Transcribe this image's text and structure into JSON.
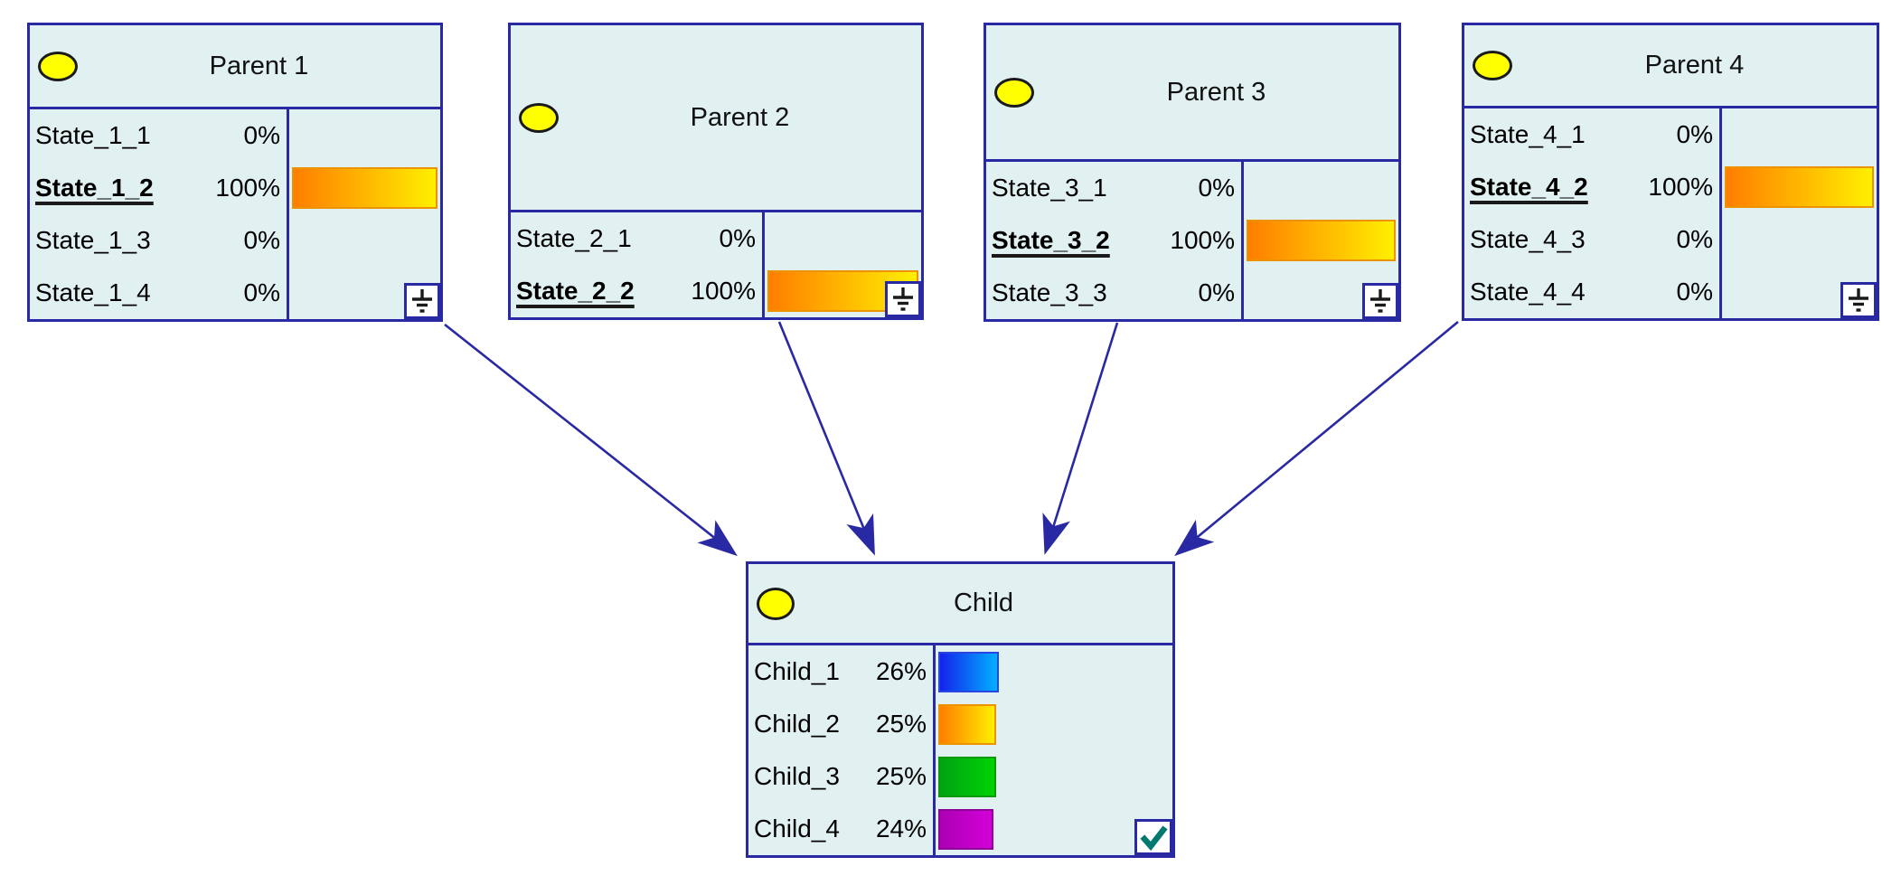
{
  "network": {
    "nodes": {
      "parent1": {
        "title": "Parent 1",
        "states": [
          {
            "name": "State_1_1",
            "pct": "0%"
          },
          {
            "name": "State_1_2",
            "pct": "100%",
            "selected": true,
            "bar_width": "100%",
            "bar_color": "orange"
          },
          {
            "name": "State_1_3",
            "pct": "0%"
          },
          {
            "name": "State_1_4",
            "pct": "0%"
          }
        ],
        "evidence_set": true
      },
      "parent2": {
        "title": "Parent 2",
        "states": [
          {
            "name": "State_2_1",
            "pct": "0%"
          },
          {
            "name": "State_2_2",
            "pct": "100%",
            "selected": true,
            "bar_width": "100%",
            "bar_color": "orange"
          }
        ],
        "evidence_set": true
      },
      "parent3": {
        "title": "Parent 3",
        "states": [
          {
            "name": "State_3_1",
            "pct": "0%"
          },
          {
            "name": "State_3_2",
            "pct": "100%",
            "selected": true,
            "bar_width": "100%",
            "bar_color": "orange"
          },
          {
            "name": "State_3_3",
            "pct": "0%"
          }
        ],
        "evidence_set": true
      },
      "parent4": {
        "title": "Parent 4",
        "states": [
          {
            "name": "State_4_1",
            "pct": "0%"
          },
          {
            "name": "State_4_2",
            "pct": "100%",
            "selected": true,
            "bar_width": "100%",
            "bar_color": "orange"
          },
          {
            "name": "State_4_3",
            "pct": "0%"
          },
          {
            "name": "State_4_4",
            "pct": "0%"
          }
        ],
        "evidence_set": true
      },
      "child": {
        "title": "Child",
        "states": [
          {
            "name": "Child_1",
            "pct": "26%",
            "bar_width": "26%",
            "bar_color": "blue"
          },
          {
            "name": "Child_2",
            "pct": "25%",
            "bar_width": "25%",
            "bar_color": "orange"
          },
          {
            "name": "Child_3",
            "pct": "25%",
            "bar_width": "25%",
            "bar_color": "green"
          },
          {
            "name": "Child_4",
            "pct": "24%",
            "bar_width": "24%",
            "bar_color": "magenta"
          }
        ],
        "updated_check": true
      }
    },
    "edges": [
      {
        "from": "Parent 1",
        "to": "Child"
      },
      {
        "from": "Parent 2",
        "to": "Child"
      },
      {
        "from": "Parent 3",
        "to": "Child"
      },
      {
        "from": "Parent 4",
        "to": "Child"
      }
    ]
  },
  "icons": {
    "node_type": "chance-node-ellipse-icon",
    "evidence": "ground-evidence-icon",
    "updated": "check-updated-icon"
  },
  "colors": {
    "canvas_bg": "#FFFFFF",
    "node_fill": "#E1F1F2",
    "node_border": "#2929A3",
    "arrow": "#2929A3",
    "ellipse_fill": "#FFFF00",
    "parent_bar_gradient": [
      "#FF7E00",
      "#FFEF00"
    ],
    "child_bar_blue": [
      "#1423EC",
      "#00B0FF"
    ],
    "child_bar_orange": [
      "#FF8A00",
      "#FFD900"
    ],
    "child_bar_green": [
      "#00A213",
      "#00D303"
    ],
    "child_bar_magenta": [
      "#AC00B2",
      "#D400DA"
    ],
    "check_mark": "#00796E",
    "text": "#000000"
  }
}
